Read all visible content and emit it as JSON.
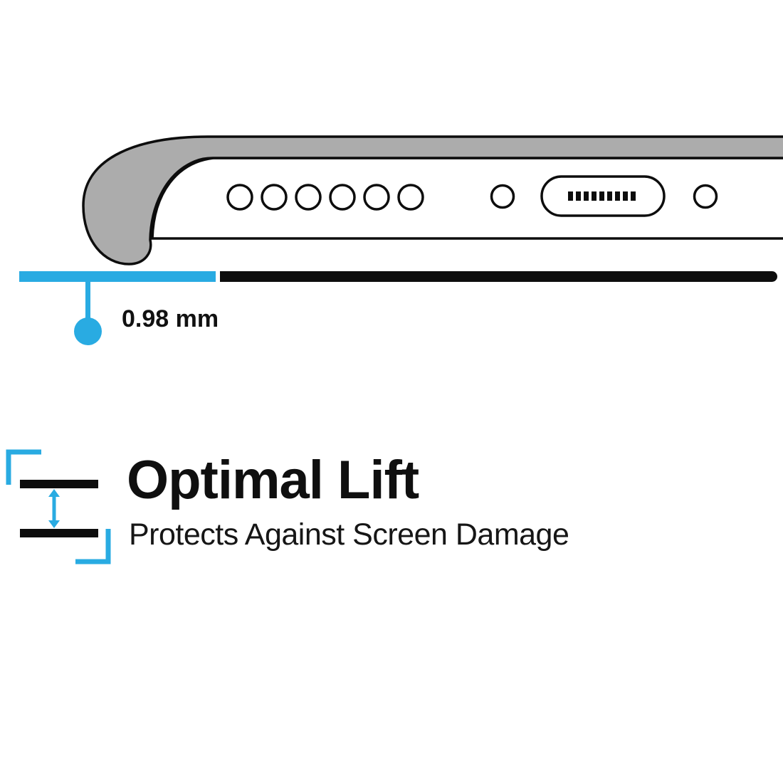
{
  "colors": {
    "accent": "#29ABE2",
    "ink": "#0d0d0d",
    "case_gray": "#ACACAC",
    "phone_white": "#ffffff"
  },
  "illustration": {
    "subject": "phone-bottom-edge-in-case",
    "speaker_hole_count": 6,
    "side_hole_count": 2,
    "port": "charging-port"
  },
  "measurement": {
    "label": "0.98 mm"
  },
  "feature": {
    "title": "Optimal Lift",
    "subtitle": "Protects Against Screen Damage"
  }
}
